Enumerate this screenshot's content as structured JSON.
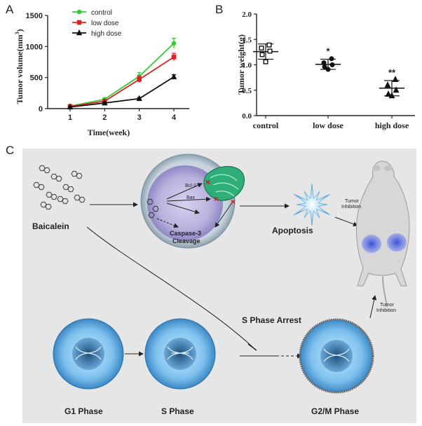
{
  "panels": {
    "a": "A",
    "b": "B",
    "c": "C"
  },
  "chart_data": [
    {
      "type": "line",
      "xlabel": "Time(week)",
      "ylabel": "Tumor volume(mm",
      "ylabel_sup": "3",
      "ylabel_end": ")",
      "x": [
        1,
        2,
        3,
        4
      ],
      "xticks": [
        "1",
        "2",
        "3",
        "4"
      ],
      "yticks": [
        "0",
        "500",
        "1000",
        "1500"
      ],
      "ylim": [
        0,
        1500
      ],
      "legend_position": "top-left",
      "series": [
        {
          "name": "control",
          "color": "#33cc33",
          "marker": "circle",
          "values": [
            40,
            150,
            520,
            1050
          ],
          "errors": [
            15,
            20,
            60,
            80
          ]
        },
        {
          "name": "low dose",
          "color": "#dd2222",
          "marker": "square",
          "values": [
            35,
            120,
            470,
            830
          ],
          "errors": [
            12,
            20,
            50,
            60
          ]
        },
        {
          "name": "high dose",
          "color": "#111111",
          "marker": "triangle",
          "values": [
            25,
            90,
            160,
            510
          ],
          "errors": [
            8,
            12,
            20,
            35
          ]
        }
      ]
    },
    {
      "type": "scatter",
      "ylabel": "Tumor weight(g)",
      "categories": [
        "control",
        "low dose",
        "high dose"
      ],
      "yticks": [
        "0.0",
        "0.5",
        "1.0",
        "1.5",
        "2.0"
      ],
      "ylim": [
        0,
        2
      ],
      "means": [
        1.26,
        1.01,
        0.54
      ],
      "sd": [
        0.15,
        0.1,
        0.15
      ],
      "significance": [
        "",
        "*",
        "**"
      ],
      "points": [
        {
          "category": "control",
          "marker": "square",
          "values": [
            1.39,
            1.33,
            1.27,
            1.2,
            1.06
          ]
        },
        {
          "category": "low dose",
          "marker": "circle",
          "values": [
            1.12,
            1.04,
            1.0,
            0.96,
            0.91
          ]
        },
        {
          "category": "high dose",
          "marker": "triangle",
          "values": [
            0.71,
            0.6,
            0.5,
            0.42,
            0.39
          ]
        }
      ]
    }
  ],
  "diagram": {
    "baicalein": "Baicalein",
    "bcl2": "Bcl-2",
    "bax": "Bax",
    "caspase": "Caspase-3",
    "cleavage": "Cleavage",
    "apoptosis": "Apoptosis",
    "tumor_inhibition": "Tumor",
    "tumor_inhibition2": "Inhibition",
    "s_phase_arrest": "S Phase Arrest",
    "g1": "G1 Phase",
    "s": "S Phase",
    "g2m": "G2/M Phase"
  }
}
